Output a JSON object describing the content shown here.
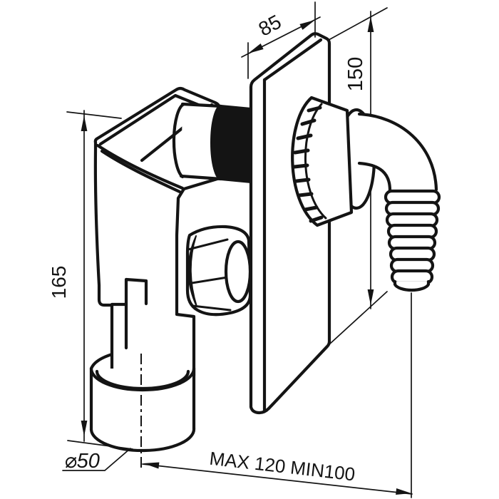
{
  "drawing": {
    "labels": {
      "plate_depth": "85",
      "height_right": "150",
      "height_left": "165",
      "outlet_diameter": "⌀50",
      "installation_depth": "MAX 120 MIN100"
    }
  }
}
